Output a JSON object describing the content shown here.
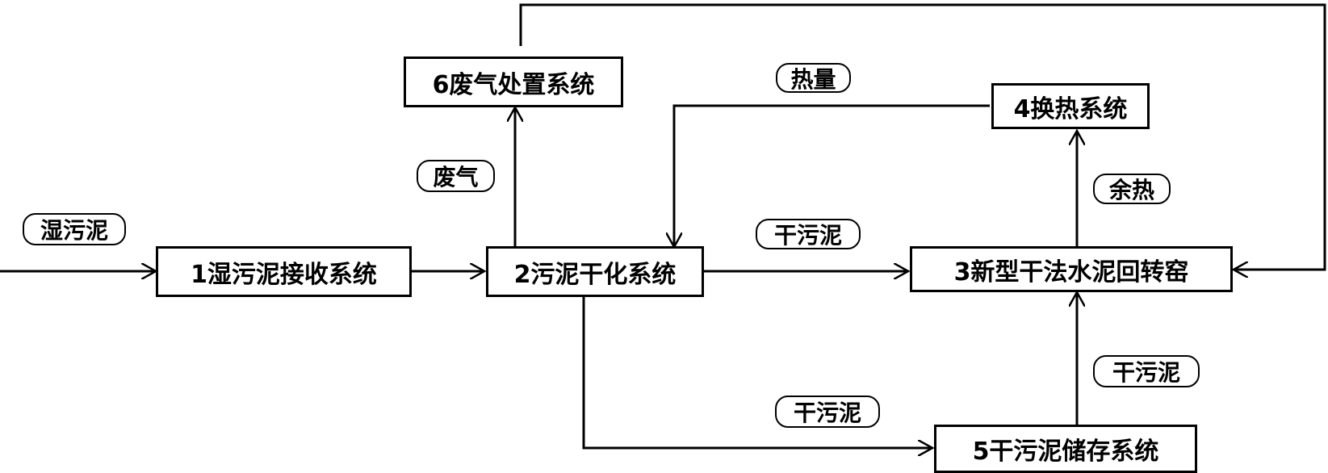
{
  "nodes": {
    "wet_sludge_receiving": "1湿污泥接收系统",
    "sludge_drying": "2污泥干化系统",
    "cement_kiln": "3新型干法水泥回转窑",
    "heat_exchange": "4换热系统",
    "dry_sludge_storage": "5干污泥储存系统",
    "waste_gas_treatment": "6废气处置系统"
  },
  "edge_labels": {
    "wet_sludge": "湿污泥",
    "waste_gas": "废气",
    "heat": "热量",
    "dry_sludge_to_kiln": "干污泥",
    "waste_heat": "余热",
    "dry_sludge_to_storage": "干污泥",
    "dry_sludge_from_storage": "干污泥"
  }
}
